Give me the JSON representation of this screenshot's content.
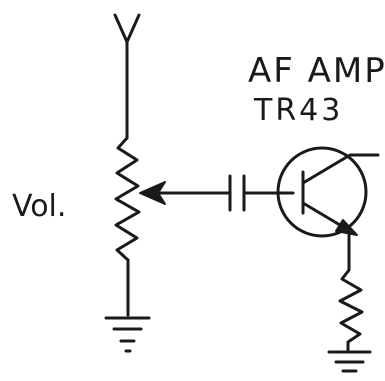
{
  "labels": {
    "amp_title": "AF AMP",
    "part_number": "TR43",
    "volume": "Vol."
  }
}
